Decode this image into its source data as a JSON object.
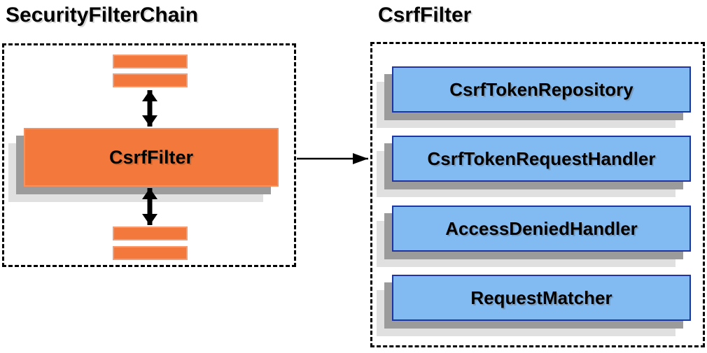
{
  "left_panel": {
    "title": "SecurityFilterChain",
    "filter_box_label": "CsrfFilter",
    "chain_bars_top_count": 2,
    "chain_bars_bottom_count": 2
  },
  "right_panel": {
    "title": "CsrfFilter",
    "components": [
      "CsrfTokenRepository",
      "CsrfTokenRequestHandler",
      "AccessDeniedHandler",
      "RequestMatcher"
    ]
  },
  "arrows": {
    "vertical_double_arrows": 2,
    "horizontal_flow_arrow": "left CsrfFilter box to right CsrfFilter container"
  },
  "colors": {
    "orange_fill": "#F2793B",
    "orange_border": "#F59C73",
    "blue_fill": "#82BBF2",
    "blue_border": "#1E34A0",
    "shadow_dark": "#9B9B9B",
    "shadow_light": "#E0E0E0",
    "dashed_border": "#000000",
    "text": "#000000",
    "background": "#FFFFFF"
  }
}
